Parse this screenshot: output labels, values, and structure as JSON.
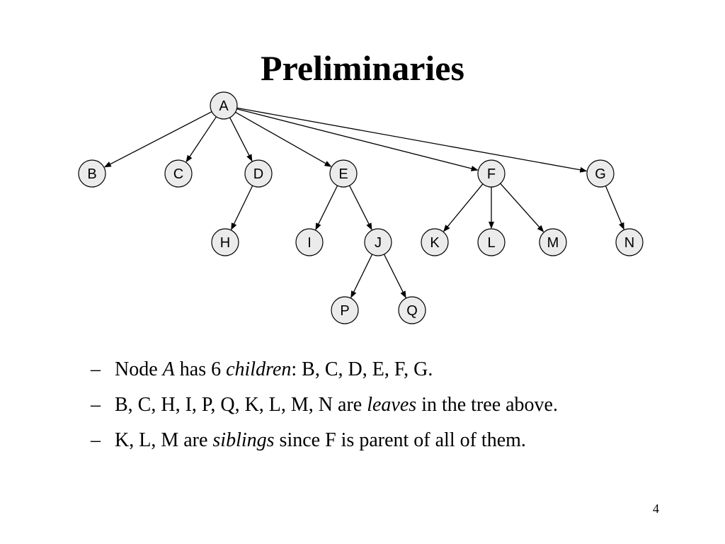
{
  "slide": {
    "title": "Preliminaries",
    "page_number": "4"
  },
  "tree": {
    "node_fill": "#ebebeb",
    "nodes": [
      {
        "id": "A",
        "label": "A"
      },
      {
        "id": "B",
        "label": "B"
      },
      {
        "id": "C",
        "label": "C"
      },
      {
        "id": "D",
        "label": "D"
      },
      {
        "id": "E",
        "label": "E"
      },
      {
        "id": "F",
        "label": "F"
      },
      {
        "id": "G",
        "label": "G"
      },
      {
        "id": "H",
        "label": "H"
      },
      {
        "id": "I",
        "label": "I"
      },
      {
        "id": "J",
        "label": "J"
      },
      {
        "id": "K",
        "label": "K"
      },
      {
        "id": "L",
        "label": "L"
      },
      {
        "id": "M",
        "label": "M"
      },
      {
        "id": "N",
        "label": "N"
      },
      {
        "id": "P",
        "label": "P"
      },
      {
        "id": "Q",
        "label": "Q"
      }
    ],
    "edges": [
      {
        "from": "A",
        "to": "B"
      },
      {
        "from": "A",
        "to": "C"
      },
      {
        "from": "A",
        "to": "D"
      },
      {
        "from": "A",
        "to": "E"
      },
      {
        "from": "A",
        "to": "F"
      },
      {
        "from": "A",
        "to": "G"
      },
      {
        "from": "D",
        "to": "H"
      },
      {
        "from": "E",
        "to": "I"
      },
      {
        "from": "E",
        "to": "J"
      },
      {
        "from": "F",
        "to": "K"
      },
      {
        "from": "F",
        "to": "L"
      },
      {
        "from": "F",
        "to": "M"
      },
      {
        "from": "G",
        "to": "N"
      },
      {
        "from": "J",
        "to": "P"
      },
      {
        "from": "J",
        "to": "Q"
      }
    ]
  },
  "bullets": [
    {
      "dash": "–",
      "segments": [
        {
          "text": "Node ",
          "italic": false
        },
        {
          "text": "A",
          "italic": true
        },
        {
          "text": " has 6 ",
          "italic": false
        },
        {
          "text": "children",
          "italic": true
        },
        {
          "text": ": B, C, D, E, F, G.",
          "italic": false
        }
      ]
    },
    {
      "dash": "–",
      "segments": [
        {
          "text": "B, C, H, I, P, Q, K, L, M, N are ",
          "italic": false
        },
        {
          "text": "leaves",
          "italic": true
        },
        {
          "text": " in the tree above.",
          "italic": false
        }
      ]
    },
    {
      "dash": "–",
      "segments": [
        {
          "text": "K, L, M are ",
          "italic": false
        },
        {
          "text": "siblings",
          "italic": true
        },
        {
          "text": " since F is parent of all of them.",
          "italic": false
        }
      ]
    }
  ]
}
